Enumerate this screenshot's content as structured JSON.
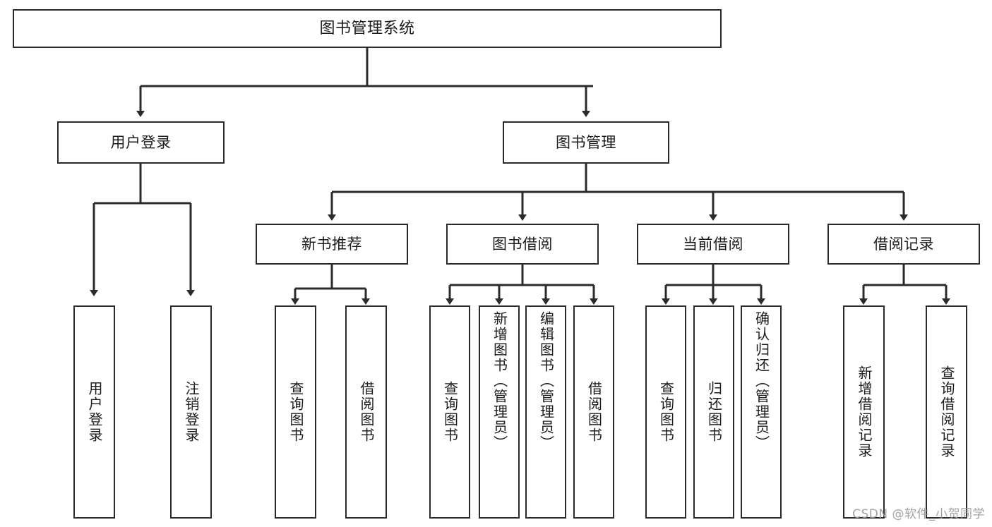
{
  "diagram": {
    "title": "图书管理系统",
    "type": "tree",
    "watermark": "CSDN @软件_小贺同学",
    "colors": {
      "background": "#ffffff",
      "node_border": "#2b2b2b",
      "node_fill": "#ffffff",
      "text": "#1b1b1b",
      "connector": "#2b2b2b",
      "watermark": "#9a9a9a"
    },
    "root": {
      "label": "图书管理系统"
    },
    "level2": [
      {
        "label": "用户登录"
      },
      {
        "label": "图书管理"
      }
    ],
    "level3": [
      {
        "label": "新书推荐"
      },
      {
        "label": "图书借阅"
      },
      {
        "label": "当前借阅"
      },
      {
        "label": "借阅记录"
      }
    ],
    "leaves": {
      "user_login": [
        {
          "label": "用户登录"
        },
        {
          "label": "注销登录"
        }
      ],
      "new_book_recommend": [
        {
          "label": "查询图书"
        },
        {
          "label": "借阅图书"
        }
      ],
      "book_borrow": [
        {
          "label": "查询图书"
        },
        {
          "label": "新增图书（管理员）"
        },
        {
          "label": "编辑图书（管理员）"
        },
        {
          "label": "借阅图书"
        }
      ],
      "current_borrow": [
        {
          "label": "查询图书"
        },
        {
          "label": "归还图书"
        },
        {
          "label": "确认归还（管理员）"
        }
      ],
      "borrow_record": [
        {
          "label": "新增借阅记录"
        },
        {
          "label": "查询借阅记录"
        }
      ]
    }
  }
}
